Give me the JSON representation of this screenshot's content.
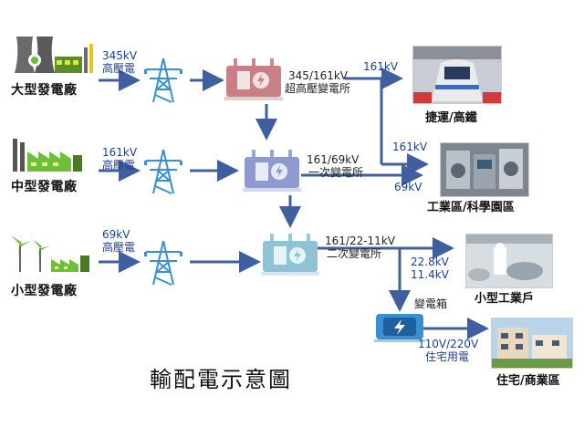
{
  "title": "輸配電示意圖",
  "plants": {
    "large": {
      "label": "大型發電廠",
      "voltage": "345kV",
      "voltage_label": "高壓電"
    },
    "medium": {
      "label": "中型發電廠",
      "voltage": "161kV",
      "voltage_label": "高壓電"
    },
    "small": {
      "label": "小型發電廠",
      "voltage": "69kV",
      "voltage_label": "高壓電"
    }
  },
  "substations": {
    "ultra": {
      "ratio": "345/161kV",
      "name": "超高壓變電所"
    },
    "primary": {
      "ratio": "161/69kV",
      "name": "一次變電所"
    },
    "secondary": {
      "ratio": "161/22-11kV",
      "name": "二次變電所"
    }
  },
  "transformer_box": {
    "label": "變電箱"
  },
  "feeds": {
    "metro": "161kV",
    "industrial_a": "161kV",
    "industrial_b": "69kV",
    "small_factory_a": "22.8kV",
    "small_factory_b": "11.4kV",
    "residential_voltage": "110V/220V",
    "residential_label": "住宅用電"
  },
  "destinations": {
    "metro": "捷運/高鐵",
    "industrial": "工業區/科學園區",
    "small_factory": "小型工業戶",
    "residential": "住宅/商業區"
  },
  "colors": {
    "arrow": "#3f5f9f",
    "voltage_text": "#1f3f8f",
    "tower": "#3a8fd0"
  }
}
